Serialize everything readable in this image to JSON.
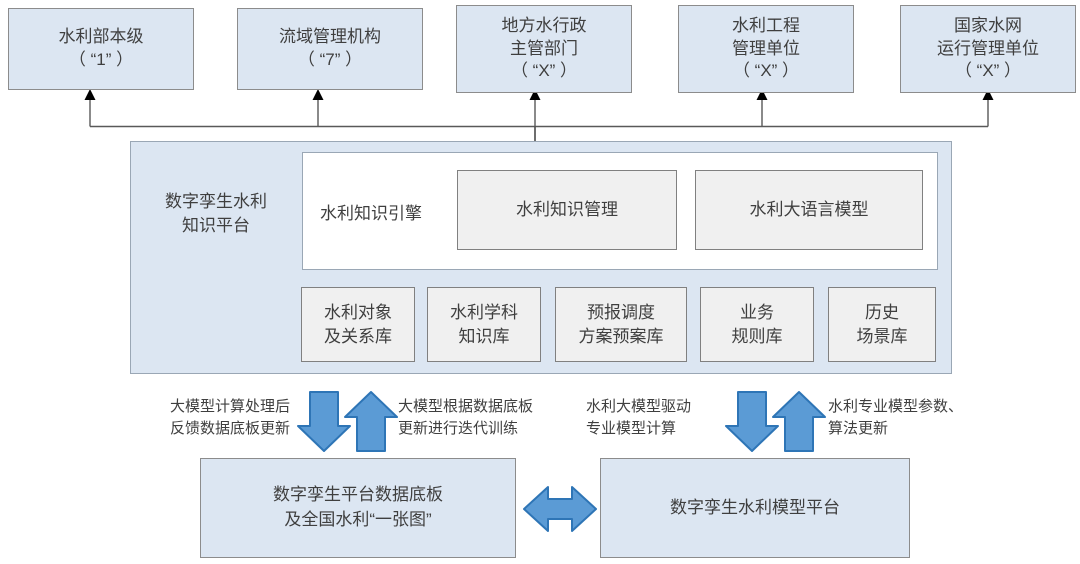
{
  "colors": {
    "box_fill_blue": "#dce6f2",
    "box_fill_gray": "#f0f0f0",
    "panel_white": "#ffffff",
    "arrow_fill": "#5b9bd5",
    "arrow_stroke": "#2e75b6",
    "border_gray": "#808080",
    "text": "#3f3f3f",
    "connector": "#595959"
  },
  "top_row": {
    "items": [
      {
        "id": "ministry",
        "label": "水利部本级\n（ “1” ）"
      },
      {
        "id": "basin",
        "label": "流域管理机构\n（ “7” ）"
      },
      {
        "id": "local",
        "label": "地方水行政\n主管部门\n（ “X” ）"
      },
      {
        "id": "project",
        "label": "水利工程\n管理单位\n（ “X” ）"
      },
      {
        "id": "national-grid",
        "label": "国家水网\n运行管理单位\n（ “X” ）"
      }
    ]
  },
  "platform": {
    "label": "数字孪生水利\n知识平台",
    "engine": {
      "label": "水利知识引擎",
      "modules": [
        {
          "id": "knowledge-management",
          "label": "水利知识管理"
        },
        {
          "id": "large-language-model",
          "label": "水利大语言模型"
        }
      ]
    },
    "repositories": [
      {
        "id": "object-relation",
        "label": "水利对象\n及关系库"
      },
      {
        "id": "discipline-knowledge",
        "label": "水利学科\n知识库"
      },
      {
        "id": "forecast-dispatch",
        "label": "预报调度\n方案预案库"
      },
      {
        "id": "business-rules",
        "label": "业务\n规则库"
      },
      {
        "id": "history-scenarios",
        "label": "历史\n场景库"
      }
    ]
  },
  "annotations": [
    {
      "id": "feedback-update",
      "text": "大模型计算处理后\n反馈数据底板更新"
    },
    {
      "id": "iterative-training",
      "text": "大模型根据数据底板\n更新进行迭代训练"
    },
    {
      "id": "model-driven-compute",
      "text": "水利大模型驱动\n专业模型计算"
    },
    {
      "id": "param-algorithm-update",
      "text": "水利专业模型参数、\n算法更新"
    }
  ],
  "bottom_row": {
    "items": [
      {
        "id": "data-base-map",
        "label": "数字孪生平台数据底板\n及全国水利“一张图”"
      },
      {
        "id": "model-platform",
        "label": "数字孪生水利模型平台"
      }
    ]
  },
  "icons": {
    "arrow_down": "arrow-down-icon",
    "arrow_up": "arrow-up-icon",
    "arrow_double": "arrow-double-horizontal-icon",
    "arrow_up_small": "arrow-up-small-icon",
    "connector_arrow": "connector-arrowhead-icon"
  }
}
